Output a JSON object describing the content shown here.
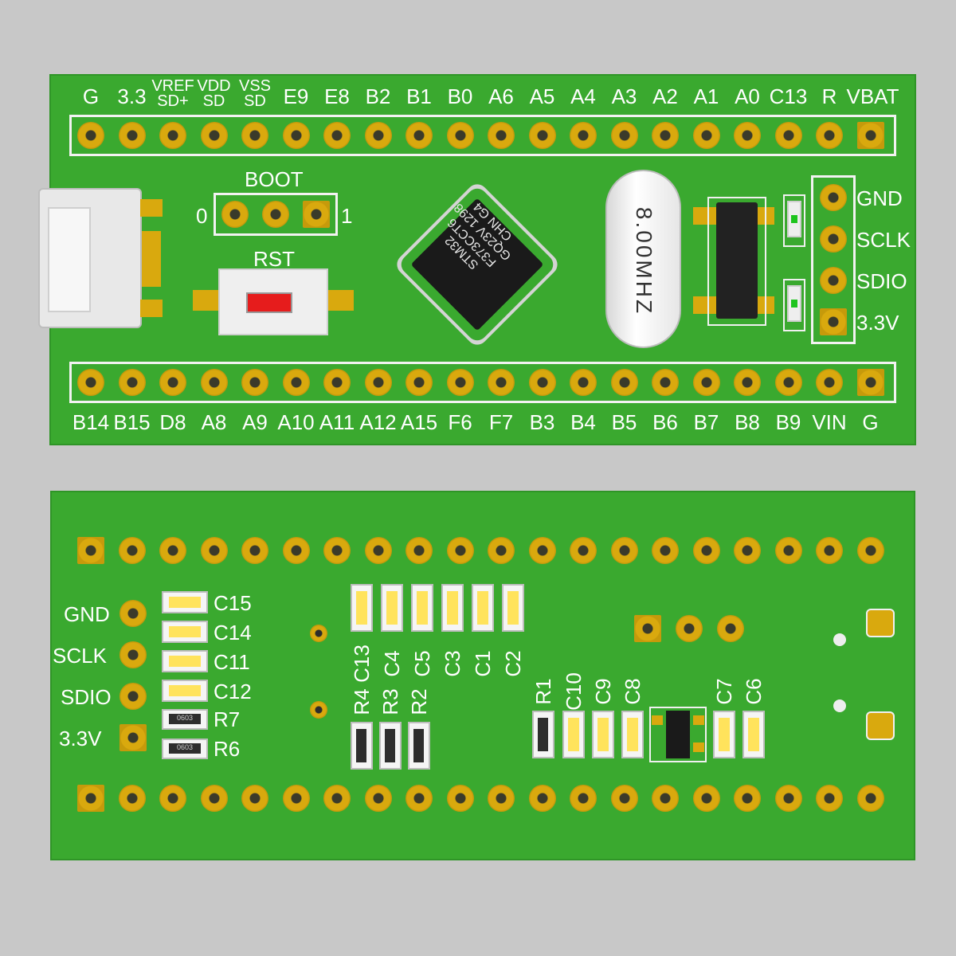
{
  "top_board": {
    "top_pins": [
      "G",
      "3.3",
      "VREF\nSD+",
      "VDD\nSD",
      "VSS\nSD",
      "E9",
      "E8",
      "B2",
      "B1",
      "B0",
      "A6",
      "A5",
      "A4",
      "A3",
      "A2",
      "A1",
      "A0",
      "C13",
      "R",
      "VBAT"
    ],
    "bottom_pins": [
      "B14",
      "B15",
      "D8",
      "A8",
      "A9",
      "A10",
      "A11",
      "A12",
      "A15",
      "F6",
      "F7",
      "B3",
      "B4",
      "B5",
      "B6",
      "B7",
      "B8",
      "B9",
      "VIN",
      "G"
    ],
    "boot_label": "BOOT",
    "boot_0": "0",
    "boot_1": "1",
    "rst_label": "RST",
    "chip_text": "STM32\nF373CCT6\nGQ23V 1298\nCHN G4",
    "crystal_text": "8.00MHZ",
    "swd_labels": [
      "GND",
      "SCLK",
      "SDIO",
      "3.3V"
    ],
    "colors": {
      "pcb": "#3aa92f",
      "pad": "#d9a90e",
      "silk": "#ffffff",
      "button": "#e61c1c",
      "led": "#1ec41e"
    }
  },
  "bottom_board": {
    "swd_labels": [
      "GND",
      "SCLK",
      "SDIO",
      "3.3V"
    ],
    "left_caps": [
      "C15",
      "C14",
      "C11",
      "C12"
    ],
    "left_res": [
      "R7",
      "R6"
    ],
    "res_code": "0603",
    "mid_caps": [
      "C13",
      "C4",
      "C5",
      "C3",
      "C1",
      "C2"
    ],
    "mid_res": [
      "R4",
      "R3",
      "R2"
    ],
    "right_labels": [
      "R1",
      "C10",
      "C9",
      "C8",
      "C7",
      "C6"
    ]
  }
}
